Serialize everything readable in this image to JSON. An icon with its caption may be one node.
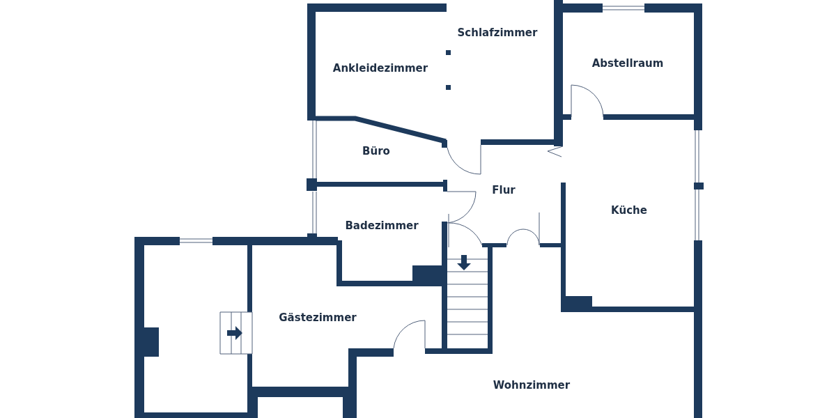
{
  "diagram": {
    "labels": [
      "Schlafzimmer",
      "Ankleidezimmer",
      "Abstellraum",
      "Büro",
      "Flur",
      "Küche",
      "Badezimmer",
      "Gästezimmer",
      "Wohnzimmer"
    ]
  }
}
